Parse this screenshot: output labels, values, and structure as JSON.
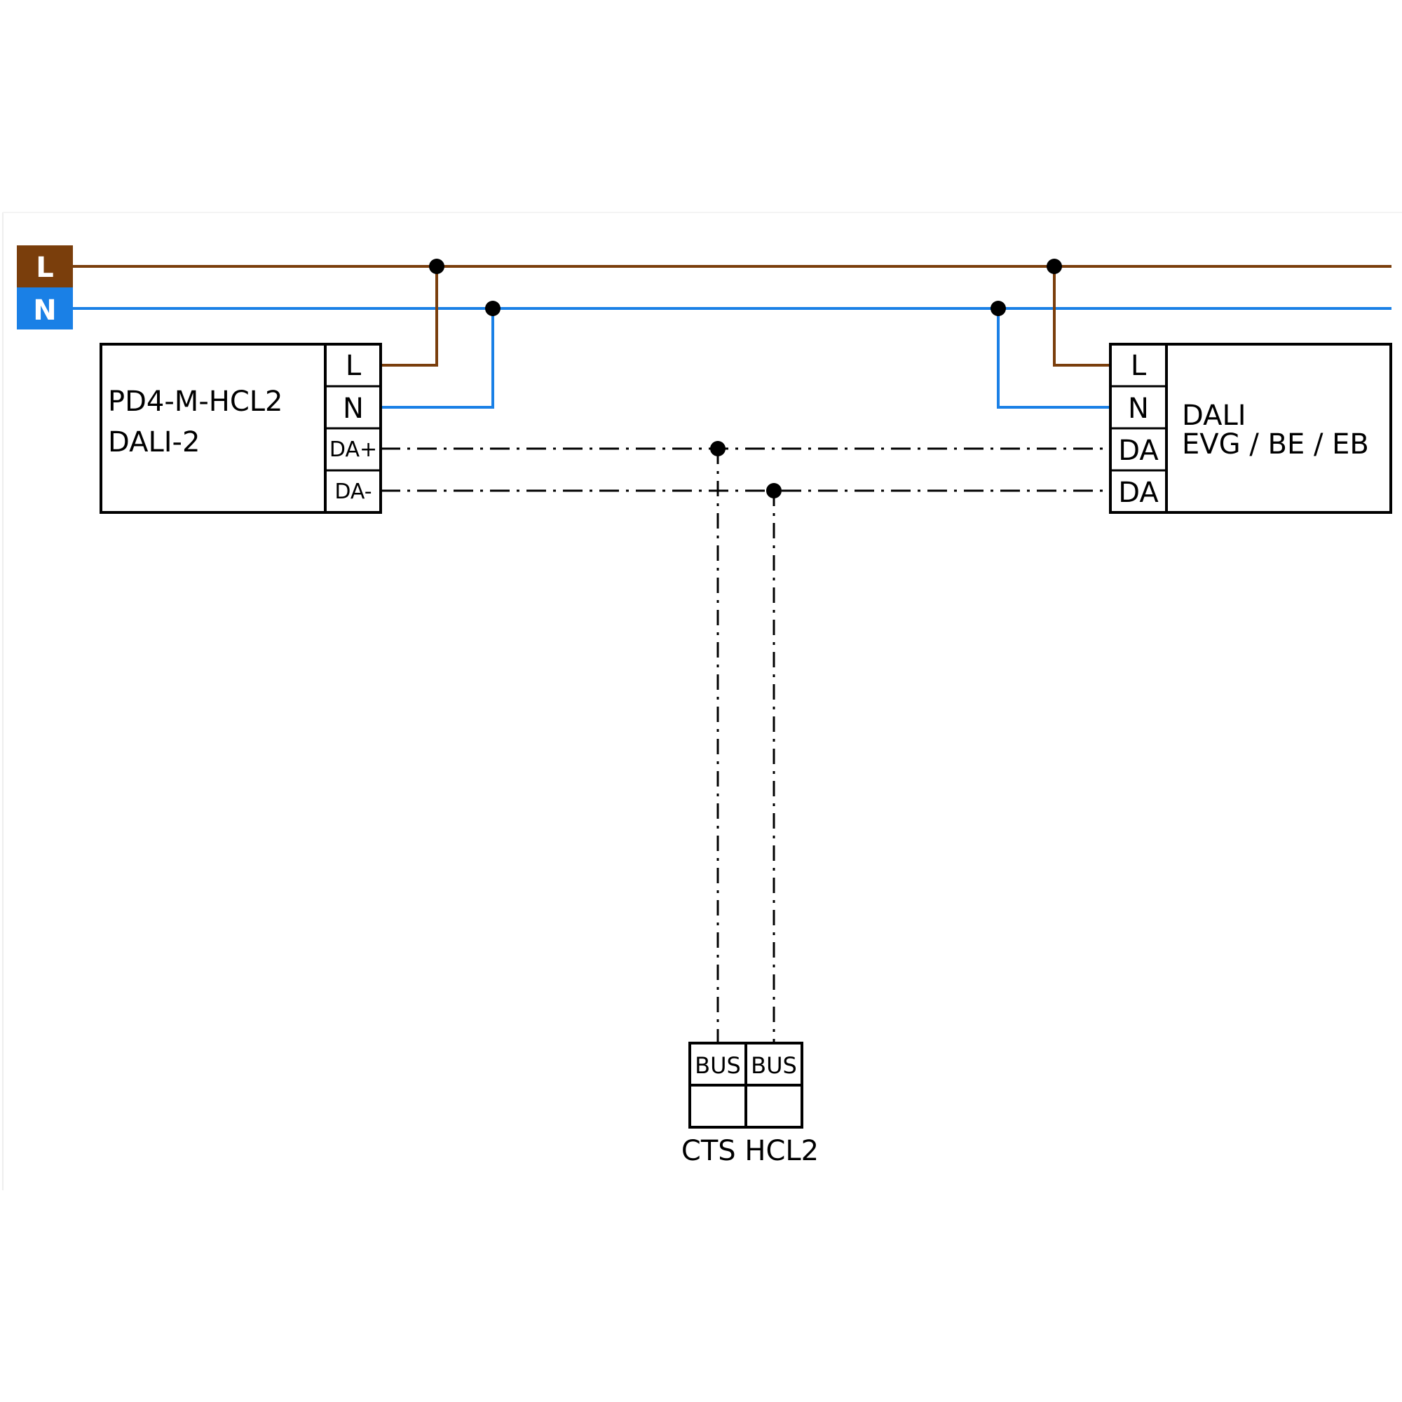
{
  "colors": {
    "line": "#7a3e0c",
    "neutral": "#1a80e6"
  },
  "rails": {
    "L": "L",
    "N": "N"
  },
  "left_device": {
    "name_line1": "PD4-M-HCL2",
    "name_line2": "DALI-2",
    "terminals": [
      "L",
      "N",
      "DA+",
      "DA-"
    ]
  },
  "right_device": {
    "name_line1": "DALI",
    "name_line2": "EVG / BE / EB",
    "terminals": [
      "L",
      "N",
      "DA",
      "DA"
    ]
  },
  "sensor": {
    "terminals": [
      "BUS",
      "BUS"
    ],
    "name": "CTS HCL2"
  }
}
